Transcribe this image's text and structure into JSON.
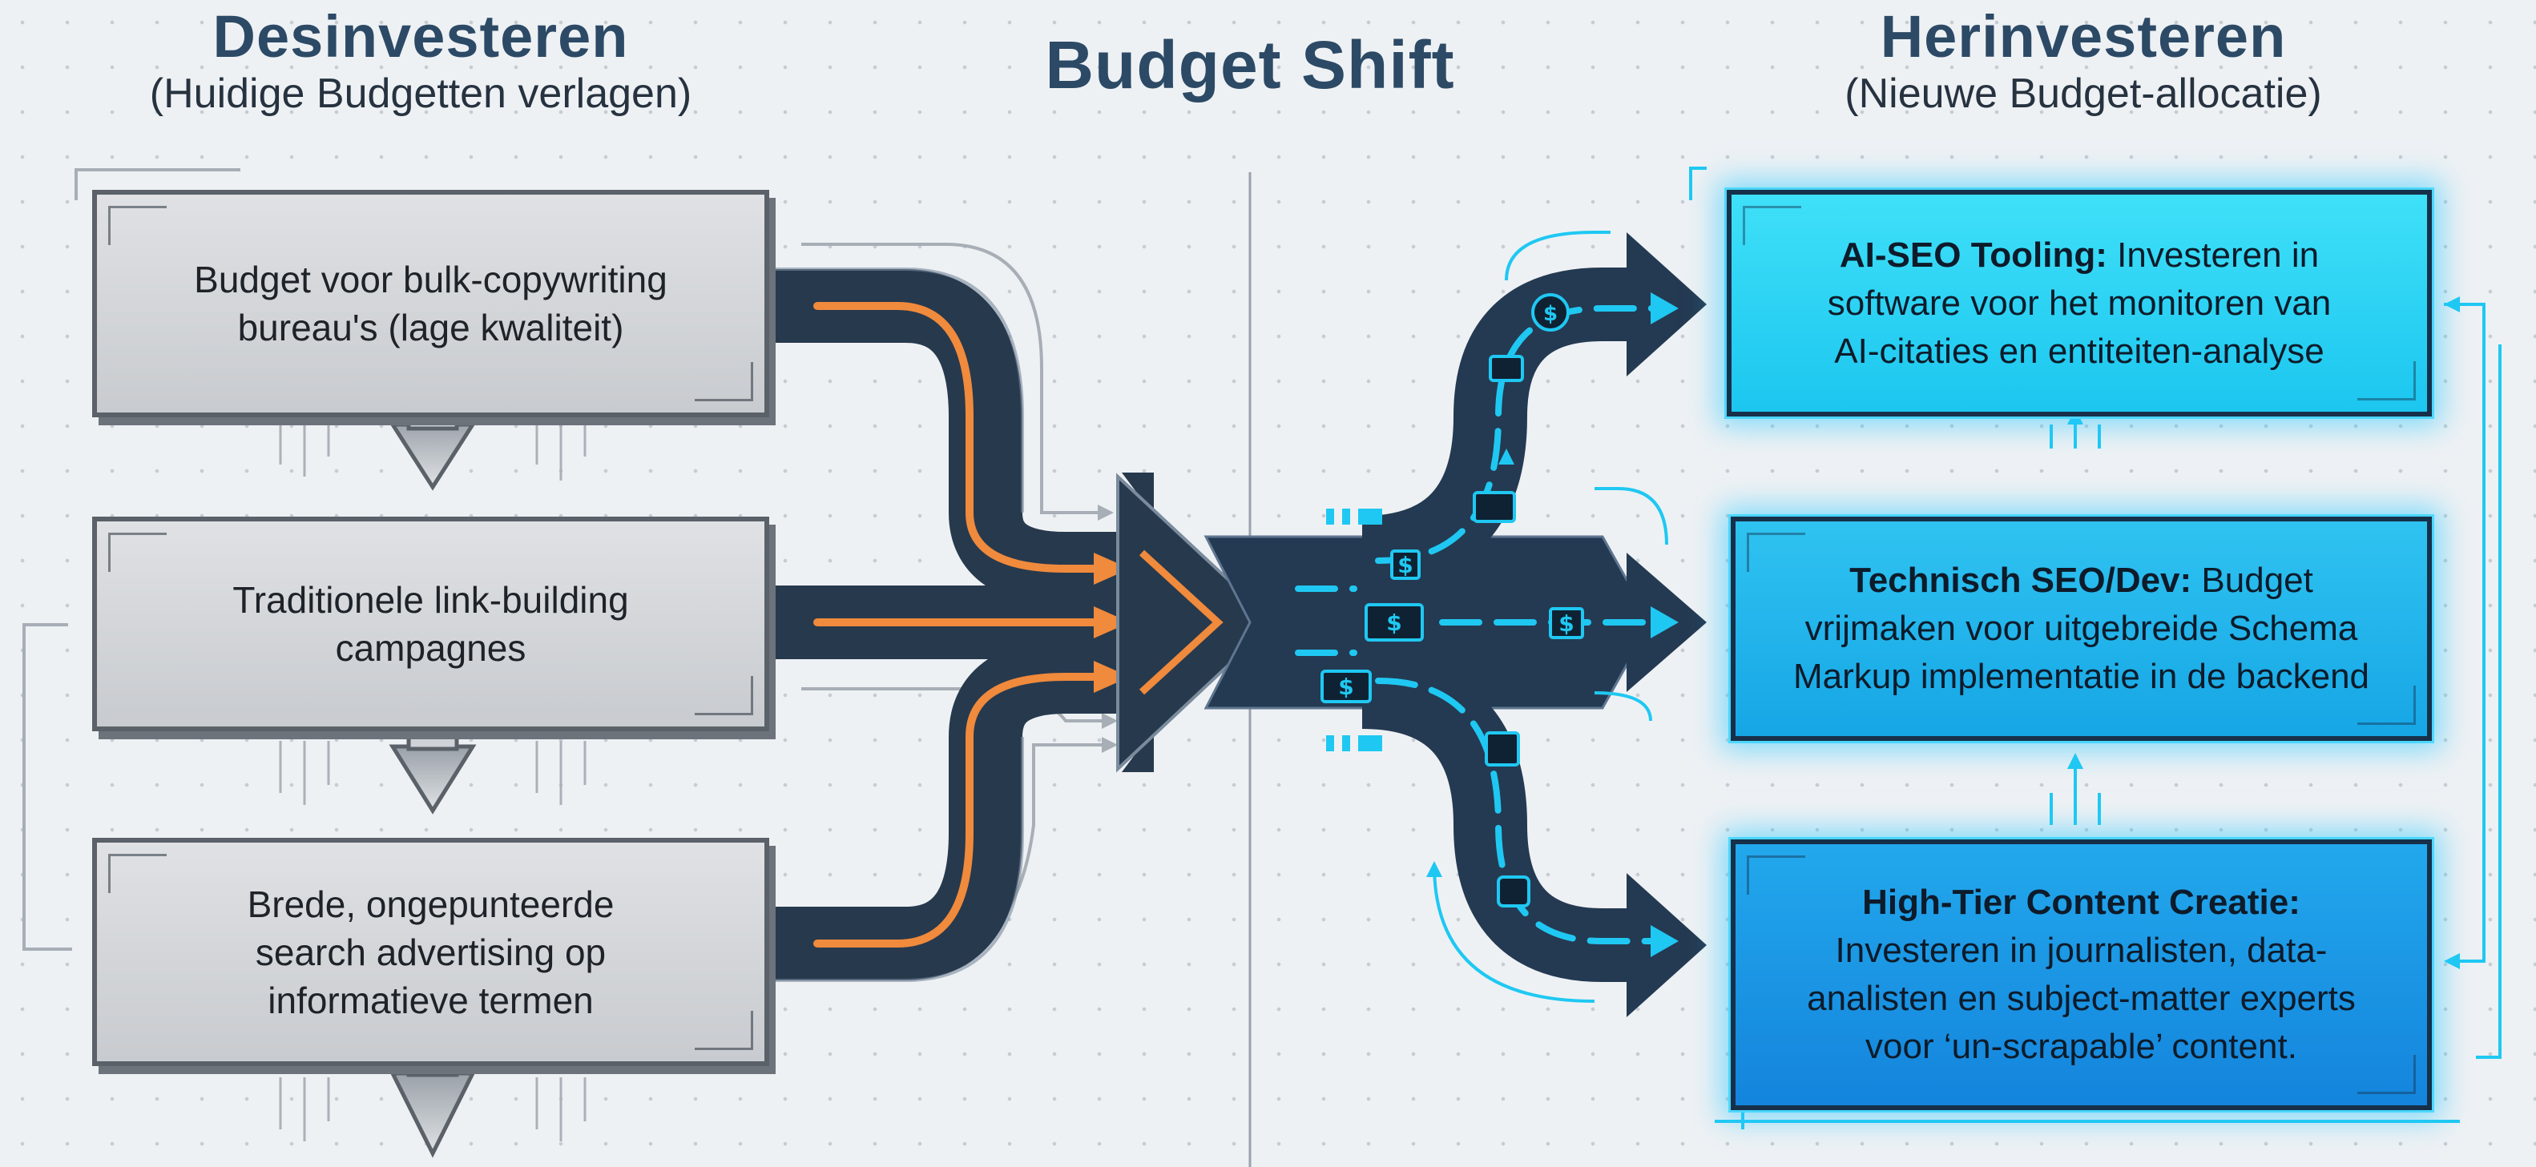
{
  "left_column": {
    "title": "Desinvesteren",
    "subtitle": "(Huidige Budgetten verlagen)",
    "items": [
      {
        "lines": [
          "Budget voor bulk-copywriting",
          "bureau's (lage kwaliteit)"
        ]
      },
      {
        "lines": [
          "Traditionele link-building",
          "campagnes"
        ]
      },
      {
        "lines": [
          "Brede, ongepunteerde",
          "search advertising op",
          "informatieve termen"
        ]
      }
    ]
  },
  "center": {
    "title": "Budget Shift"
  },
  "right_column": {
    "title": "Herinvesteren",
    "subtitle": "(Nieuwe Budget-allocatie)",
    "items": [
      {
        "bold": "AI-SEO Tooling:",
        "lines": [
          "Investeren in",
          "software voor het monitoren van",
          "AI-citaties en entiteiten-analyse"
        ]
      },
      {
        "bold": "Technisch SEO/Dev:",
        "lines": [
          "Budget",
          "vrijmaken voor uitgebreide Schema",
          "Markup implementatie in de backend"
        ]
      },
      {
        "bold": "High-Tier Content Creatie:",
        "lines": [
          "Investeren in journalisten, data-",
          "analisten en subject-matter experts",
          "voor ‘un-scrapable’ content."
        ]
      }
    ]
  },
  "colors": {
    "grey_box": "#cfd2d6",
    "dark_arrow": "#2a3f55",
    "orange_flow": "#f08a3c",
    "cyan_flow": "#1fc8f2",
    "blue_box_top": "#2fd6f5",
    "blue_box_bottom": "#1584dc"
  },
  "icons": [
    "dollar-coin-icon",
    "banknote-icon",
    "coin-stack-icon"
  ]
}
